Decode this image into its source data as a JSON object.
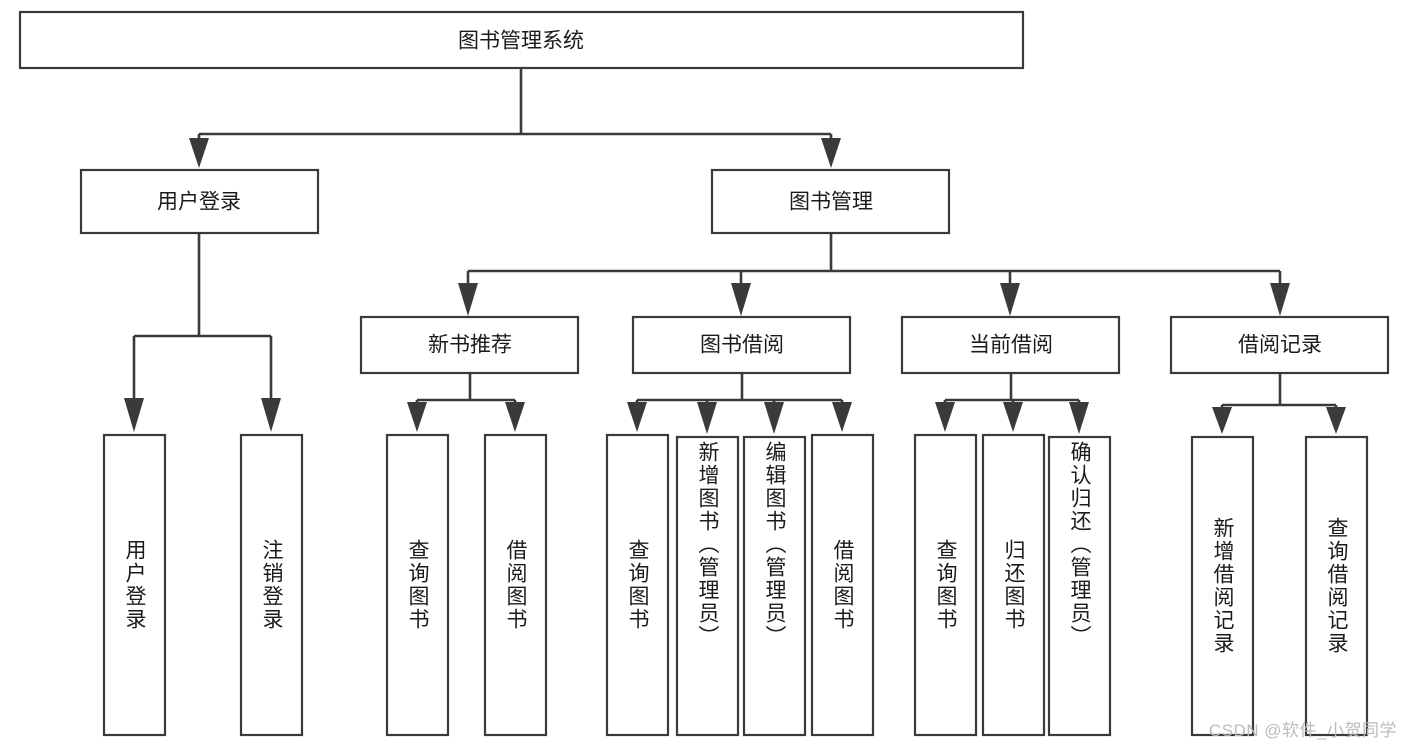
{
  "diagram": {
    "title": "图书管理系统",
    "watermark": "CSDN @软件_小贺同学",
    "type": "tree-hierarchy-diagram",
    "colors": {
      "stroke": "#3a3a3a",
      "fill": "#ffffff",
      "text": "#1b1b1b",
      "watermark": "#bcbcbc",
      "background": "#ffffff"
    },
    "root": {
      "label": "图书管理系统"
    },
    "level2": [
      {
        "label": "用户登录"
      },
      {
        "label": "图书管理"
      }
    ],
    "level3": [
      {
        "label": "新书推荐"
      },
      {
        "label": "图书借阅"
      },
      {
        "label": "当前借阅"
      },
      {
        "label": "借阅记录"
      }
    ],
    "leaves": {
      "user_login": [
        {
          "label": "用户登录"
        },
        {
          "label": "注销登录"
        }
      ],
      "new_book": [
        {
          "label": "查询图书"
        },
        {
          "label": "借阅图书"
        }
      ],
      "book_borrow": [
        {
          "label": "查询图书"
        },
        {
          "label": "新增图书（管理员）"
        },
        {
          "label": "编辑图书（管理员）"
        },
        {
          "label": "借阅图书"
        }
      ],
      "current_borrow": [
        {
          "label": "查询图书"
        },
        {
          "label": "归还图书"
        },
        {
          "label": "确认归还（管理员）"
        }
      ],
      "borrow_record": [
        {
          "label": "新增借阅记录"
        },
        {
          "label": "查询借阅记录"
        }
      ]
    }
  }
}
